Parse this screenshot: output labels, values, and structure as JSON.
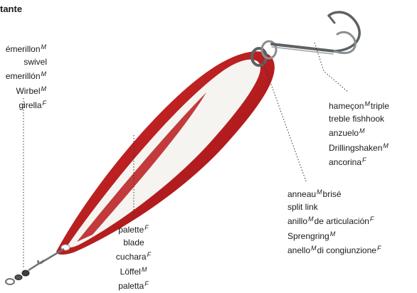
{
  "title": "tante",
  "labels": {
    "swivel": [
      {
        "text": "émerillon",
        "g": "M"
      },
      {
        "text": "swivel",
        "g": ""
      },
      {
        "text": "emerillón",
        "g": "M"
      },
      {
        "text": "Wirbel",
        "g": "M"
      },
      {
        "text": "girella",
        "g": "F"
      }
    ],
    "hook": [
      {
        "text": "hameçon",
        "g": "M",
        "tail": "triple"
      },
      {
        "text": "treble fishhook",
        "g": ""
      },
      {
        "text": "anzuelo",
        "g": "M"
      },
      {
        "text": "Drillingshaken",
        "g": "M"
      },
      {
        "text": "ancorina",
        "g": "F"
      }
    ],
    "split_link": [
      {
        "text": "anneau",
        "g": "M",
        "tail": "brisé"
      },
      {
        "text": "split link",
        "g": ""
      },
      {
        "text": "anillo",
        "g": "M",
        "tail": "de articulación",
        "g2": "F"
      },
      {
        "text": "Sprengring",
        "g": "M"
      },
      {
        "text": "anello",
        "g": "M",
        "tail": "di congiunzione",
        "g2": "F"
      }
    ],
    "blade": [
      {
        "text": "palette",
        "g": "F"
      },
      {
        "text": "blade",
        "g": ""
      },
      {
        "text": "cuchara",
        "g": "F"
      },
      {
        "text": "Löffel",
        "g": "M"
      },
      {
        "text": "paletta",
        "g": "F"
      }
    ]
  },
  "colors": {
    "red": "#b8191c",
    "white": "#f6f4f0",
    "steel": "#6c7073"
  }
}
